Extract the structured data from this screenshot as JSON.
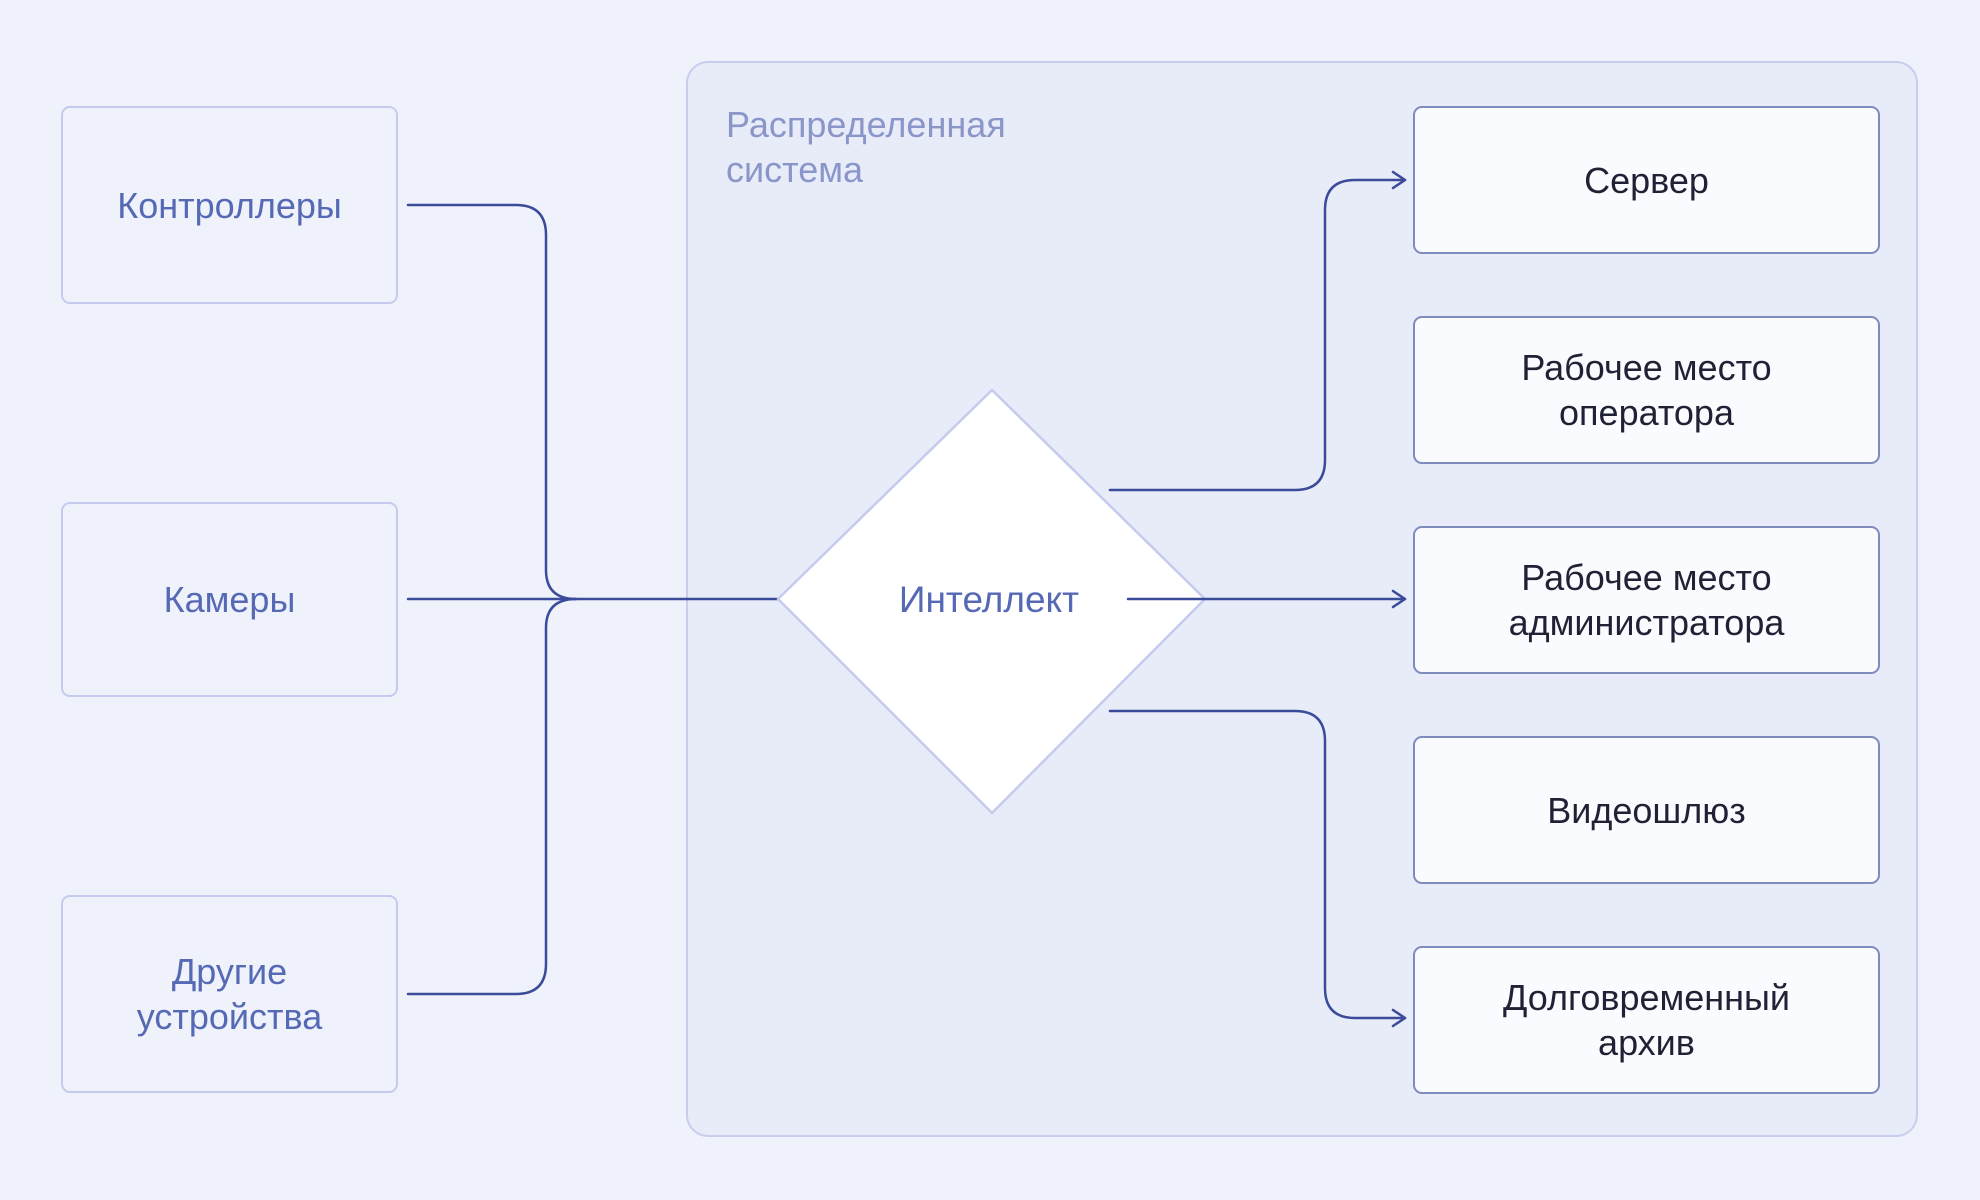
{
  "group": {
    "label": "Распределенная\nсистема"
  },
  "sources": {
    "controllers": "Контроллеры",
    "cameras": "Камеры",
    "other": "Другие\nустройства"
  },
  "hub": {
    "label": "Интеллект"
  },
  "targets": {
    "server": "Сервер",
    "operator": "Рабочее место\nоператора",
    "admin": "Рабочее место\nадминистратора",
    "gateway": "Видеошлюз",
    "archive": "Долговременный\nархив"
  },
  "colors": {
    "background": "#eff2fb",
    "group_fill": "#e8ebf8",
    "group_border": "#c6cdee",
    "connector": "#3a4b9a",
    "source_text": "#5569b5",
    "target_border": "#7f8bbd"
  }
}
